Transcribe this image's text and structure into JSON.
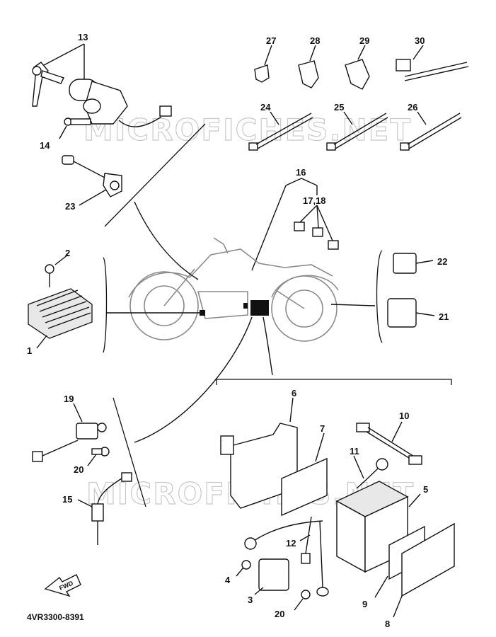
{
  "diagram": {
    "watermark": "MICROFICHES.NET",
    "diagram_code": "4VR3300-8391",
    "direction_label": "FWD",
    "callouts": {
      "c1": "1",
      "c2": "2",
      "c3": "3",
      "c4": "4",
      "c5": "5",
      "c6": "6",
      "c7": "7",
      "c8": "8",
      "c9": "9",
      "c10": "10",
      "c11": "11",
      "c12": "12",
      "c13": "13",
      "c14": "14",
      "c15": "15",
      "c16": "16",
      "c17_18": "17,18",
      "c19": "19",
      "c20a": "20",
      "c20b": "20",
      "c21": "21",
      "c22": "22",
      "c23": "23",
      "c24": "24",
      "c25": "25",
      "c26": "26",
      "c27": "27",
      "c28": "28",
      "c29": "29",
      "c30": "30"
    }
  }
}
